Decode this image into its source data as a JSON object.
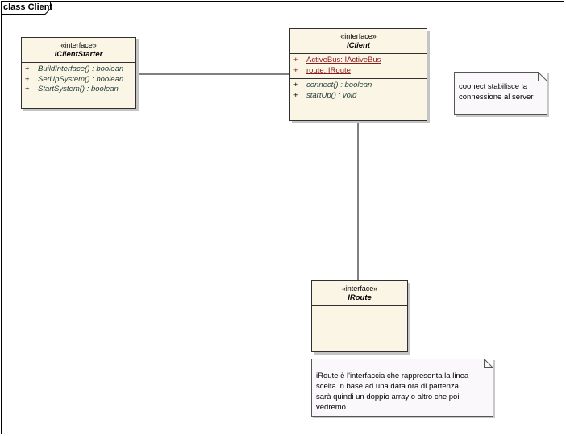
{
  "diagram": {
    "frame_title": "class Client"
  },
  "classes": {
    "iclientstarter": {
      "stereotype": "«interface»",
      "name": "IClientStarter",
      "operations": [
        {
          "visibility": "+",
          "signature": "BuildInterface() : boolean"
        },
        {
          "visibility": "+",
          "signature": "SetUpSystem() : boolean"
        },
        {
          "visibility": "+",
          "signature": "StartSystem() : boolean"
        }
      ]
    },
    "iclient": {
      "stereotype": "«interface»",
      "name": "IClient",
      "attributes": [
        {
          "visibility": "+",
          "signature": "ActiveBus:  IActiveBus"
        },
        {
          "visibility": "+",
          "signature": "route:  IRoute"
        }
      ],
      "operations": [
        {
          "visibility": "+",
          "signature": "connect() : boolean"
        },
        {
          "visibility": "+",
          "signature": "startUp() : void"
        }
      ]
    },
    "iroute": {
      "stereotype": "«interface»",
      "name": "IRoute"
    }
  },
  "notes": {
    "connect": {
      "lines": [
        "coonect stabilisce la",
        "connessione al server"
      ]
    },
    "iroute": {
      "lines": [
        "iRoute è l'interfaccia che rappresenta la linea",
        "scelta in base ad una data ora di partenza",
        "sarà quindi un doppio array o altro che poi",
        "vedremo"
      ]
    }
  }
}
